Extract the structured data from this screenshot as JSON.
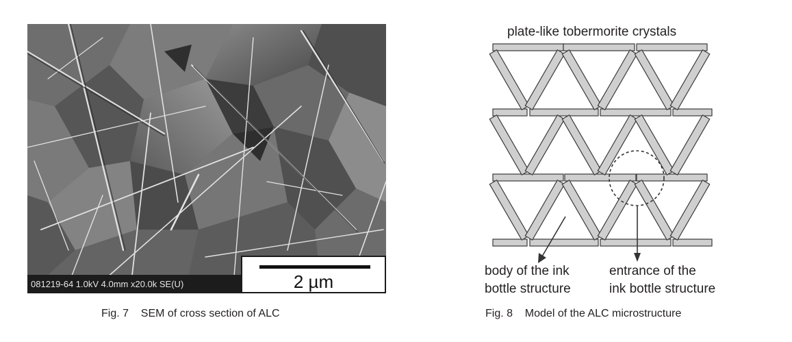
{
  "figure7": {
    "sem_info": "081219-64 1.0kV 4.0mm x20.0k SE(U)",
    "scale_label": "2 µm",
    "caption": "Fig. 7    SEM of cross section of ALC"
  },
  "figure8": {
    "title_label": "plate-like tobermorite crystals",
    "body_label_line1": "body of the ink",
    "body_label_line2": "bottle structure",
    "entrance_label_line1": "entrance of the",
    "entrance_label_line2": "ink bottle structure",
    "caption": "Fig. 8    Model of the ALC microstructure",
    "colors": {
      "plate_fill": "#cfcfcf",
      "plate_stroke": "#3a3a3a"
    }
  }
}
